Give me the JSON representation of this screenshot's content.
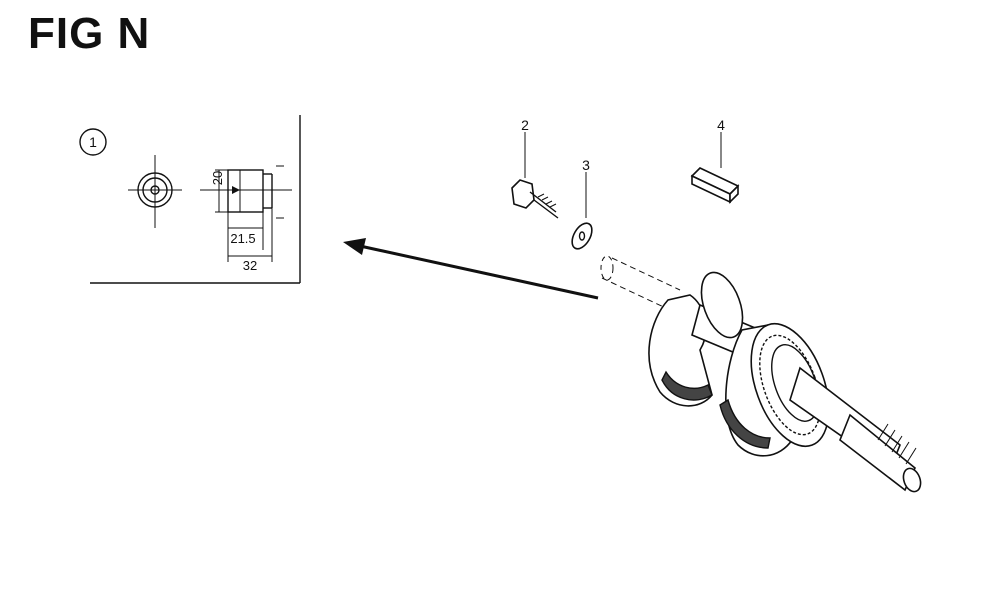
{
  "figure": {
    "title": "FIG N"
  },
  "detail": {
    "callout": "1",
    "dimensions": {
      "height": "20",
      "inner_width": "21.5",
      "overall_width": "32"
    }
  },
  "parts": [
    {
      "number": "2"
    },
    {
      "number": "3"
    },
    {
      "number": "4"
    }
  ]
}
